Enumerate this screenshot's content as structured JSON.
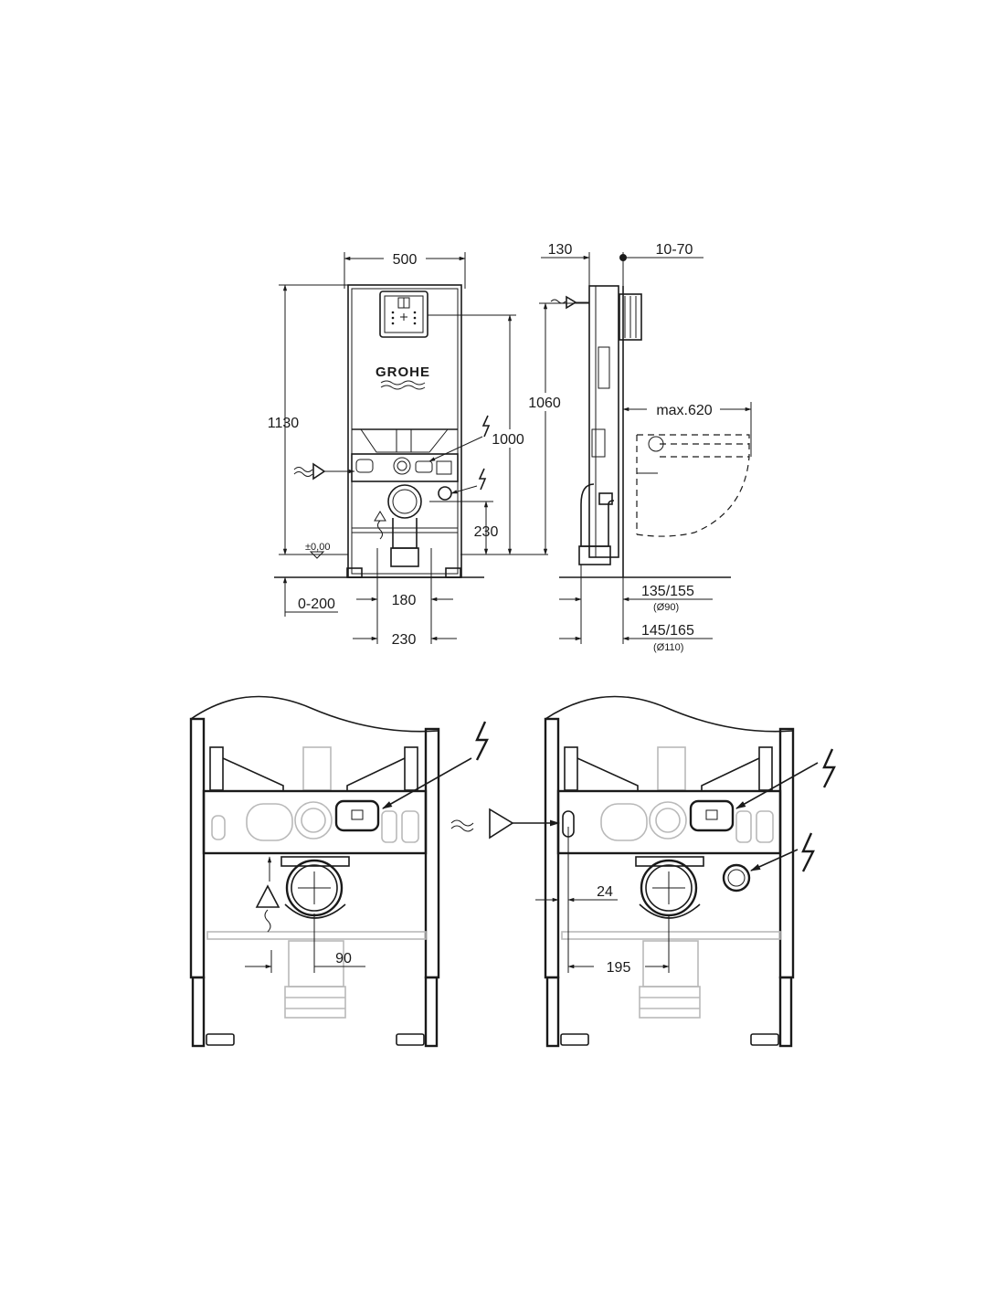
{
  "brand": "GROHE",
  "front_view": {
    "width": "500",
    "height_total": "1130",
    "height_flush": "1000",
    "height_drain": "230",
    "floor_level": "±0,00",
    "floor_adjust": "0-200",
    "drain_offset_a": "180",
    "drain_offset_b": "230"
  },
  "side_view": {
    "top_depth": "130",
    "wall_offset": "10-70",
    "height_flush": "1060",
    "max_reach": "max.620",
    "pipe_90_offset": "135/155",
    "pipe_90_diameter": "(Ø90)",
    "pipe_110_offset": "145/165",
    "pipe_110_diameter": "(Ø110)"
  },
  "detail_left": {
    "offset": "90"
  },
  "detail_right": {
    "offset_small": "24",
    "offset_large": "195"
  }
}
